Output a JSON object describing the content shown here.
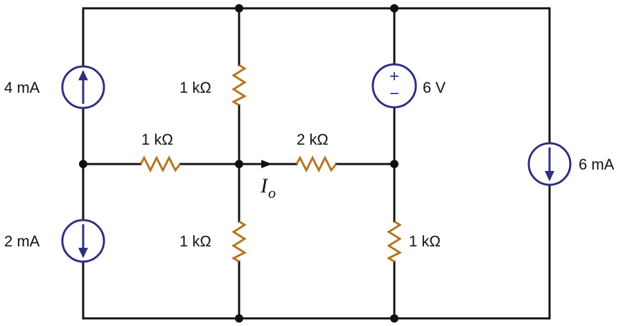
{
  "colors": {
    "wire": "#111111",
    "resistor": "#b5741f",
    "source": "#2e2f7f",
    "text": "#111111"
  },
  "labels": {
    "src_4mA": "4 mA",
    "src_2mA": "2 mA",
    "src_6mA": "6 mA",
    "src_6V": "6 V",
    "r_top_mid": "1 kΩ",
    "r_left_h": "1 kΩ",
    "r_mid_h": "2 kΩ",
    "r_bot_mid": "1 kΩ",
    "r_bot_right": "1 kΩ",
    "current_main": "I",
    "current_sub": "o",
    "plus_sign": "+",
    "minus_sign": "−"
  },
  "icons": {
    "current_source_up": "arrow-up-in-circle",
    "current_source_down": "arrow-down-in-circle",
    "voltage_source": "plus-minus-in-circle",
    "resistor": "zigzag",
    "current_direction": "arrowhead-right"
  }
}
